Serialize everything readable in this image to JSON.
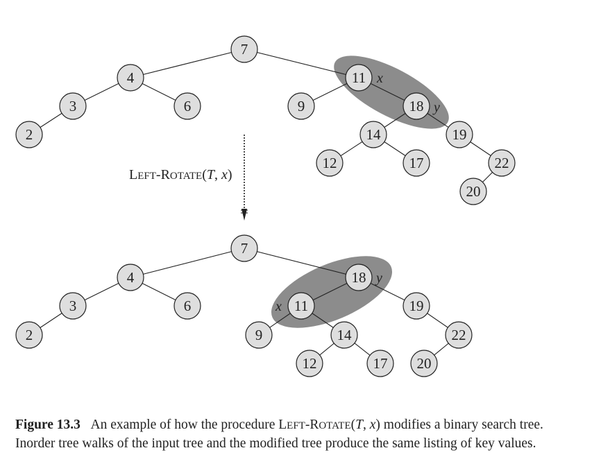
{
  "trees": {
    "before": {
      "nodes": [
        {
          "key": "7"
        },
        {
          "key": "4"
        },
        {
          "key": "3"
        },
        {
          "key": "2"
        },
        {
          "key": "6"
        },
        {
          "key": "11"
        },
        {
          "key": "9"
        },
        {
          "key": "18"
        },
        {
          "key": "14"
        },
        {
          "key": "12"
        },
        {
          "key": "17"
        },
        {
          "key": "19"
        },
        {
          "key": "22"
        },
        {
          "key": "20"
        }
      ],
      "pivot_labels": [
        "x",
        "y"
      ]
    },
    "after": {
      "nodes": [
        {
          "key": "7"
        },
        {
          "key": "4"
        },
        {
          "key": "3"
        },
        {
          "key": "2"
        },
        {
          "key": "6"
        },
        {
          "key": "18"
        },
        {
          "key": "11"
        },
        {
          "key": "9"
        },
        {
          "key": "14"
        },
        {
          "key": "12"
        },
        {
          "key": "17"
        },
        {
          "key": "19"
        },
        {
          "key": "22"
        },
        {
          "key": "20"
        }
      ],
      "pivot_labels": [
        "x",
        "y"
      ]
    }
  },
  "operation": {
    "first_letter_L": "L",
    "small_caps_1": "EFT",
    "hyphen": "-",
    "first_letter_R": "R",
    "small_caps_2": "OTATE",
    "open_paren": "(",
    "arg_T": "T",
    "comma": ", ",
    "arg_x": "x",
    "close_paren": ")"
  },
  "caption": {
    "figure_number": "Figure 13.3",
    "text_before": "An example of how the procedure L",
    "sc_1": "EFT",
    "text_mid": "-R",
    "sc_2": "OTATE",
    "text_args_open": "(",
    "arg_T": "T",
    "arg_sep": ", ",
    "arg_x": "x",
    "text_after": ") modifies a binary search tree.",
    "line2": "Inorder tree walks of the input tree and the modified tree produce the same listing of key values."
  },
  "colors": {
    "node_fill": "#dedede",
    "highlight": "#8c8c8c",
    "ink": "#222222"
  }
}
